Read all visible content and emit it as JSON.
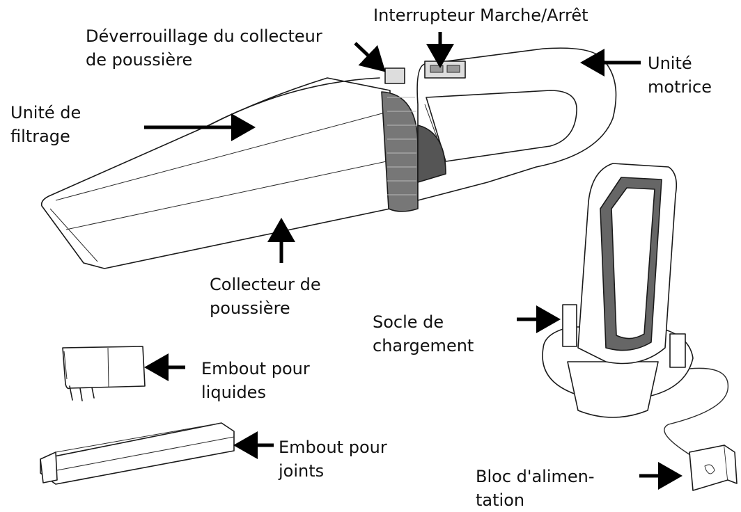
{
  "labels": {
    "switch": "Interrupteur Marche/Arrêt",
    "dust_release": [
      "Déverrouillage du collecteur",
      "de poussière"
    ],
    "motor": [
      "Unité",
      "motrice"
    ],
    "filter": [
      "Unité de",
      "filtrage"
    ],
    "dust_collector": [
      "Collecteur de",
      "poussière"
    ],
    "charging_base": [
      "Socle de",
      "chargement"
    ],
    "liquid_nozzle": [
      "Embout pour",
      "liquides"
    ],
    "crevice_nozzle": [
      "Embout pour",
      "joints"
    ],
    "power_supply": [
      "Bloc d'alimen-",
      "tation"
    ]
  }
}
